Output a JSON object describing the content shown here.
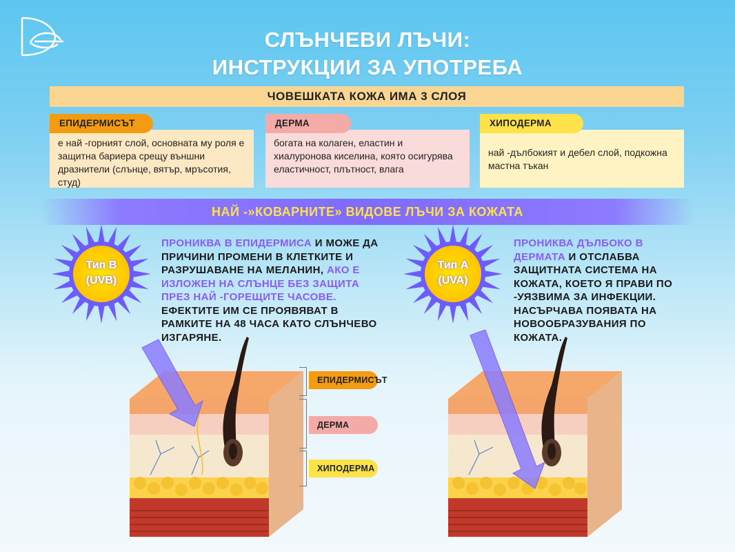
{
  "header": {
    "title_line1": "СЛЪНЧЕВИ ЛЪЧИ:",
    "title_line2": "ИНСТРУКЦИИ ЗА УПОТРЕБА"
  },
  "layers_banner": "ЧОВЕШКАТА КОЖА ИМА 3 СЛОЯ",
  "layers": [
    {
      "name": "ЕПИДЕРМИСЪТ",
      "description": "е най -горният слой, основната му роля е защитна бариера срещу външни дразнители (слънце, вятър, мръсотия, студ)",
      "color": "#f39c12"
    },
    {
      "name": "ДЕРМА",
      "description": "богата на колаген, еластин и хиалуронова киселина, която осигурява еластичност, плътност, влага",
      "color": "#f4aaa7"
    },
    {
      "name": "ХИПОДЕРМА",
      "description": "най -дълбокият и дебел слой, подкожна мастна тъкан",
      "color": "#fde24a"
    }
  ],
  "rays_banner": "НАЙ -»КОВАРНИТЕ» ВИДОВЕ ЛЪЧИ ЗА КОЖАТА",
  "uvb": {
    "sun_line1": "Тип В",
    "sun_line2": "(UVB)",
    "hl1": "ПРОНИКВА В ЕПИДЕРМИСА",
    "text1": " И МОЖЕ ДА ПРИЧИНИ ПРОМЕНИ В КЛЕТКИТЕ И РАЗРУШАВАНЕ НА МЕЛАНИН, ",
    "hl2": "АКО Е ИЗЛОЖЕН НА СЛЪНЦЕ БЕЗ ЗАЩИТА ПРЕЗ НАЙ -ГОРЕЩИТЕ ЧАСОВЕ.",
    "text2": " ЕФЕКТИТЕ ИМ СЕ ПРОЯВЯВАТ В РАМКИТЕ НА 48 ЧАСА КАТО СЛЪНЧЕВО ИЗГАРЯНЕ."
  },
  "uva": {
    "sun_line1": "Тип А",
    "sun_line2": "(UVA)",
    "hl1": "ПРОНИКВА ДЪЛБОКО В ДЕРМАТА",
    "text1": " И ОТСЛАБВА ЗАЩИТНАТА СИСТЕМА НА КОЖАТА, КОЕТО Я ПРАВИ ПО -УЯЗВИМА ЗА ИНФЕКЦИИ. НАСЪРЧАВА ПОЯВАТА НА НОВООБРАЗУВАНИЯ ПО КОЖАТА."
  },
  "diagram_labels": {
    "epidermis": "ЕПИДЕРМИСЪТ",
    "dermis": "ДЕРМА",
    "hypodermis": "ХИПОДЕРМА"
  },
  "colors": {
    "accent_purple": "#8a5cf6",
    "band_purple": "#7f6bff",
    "band_text": "#ffe14a"
  }
}
